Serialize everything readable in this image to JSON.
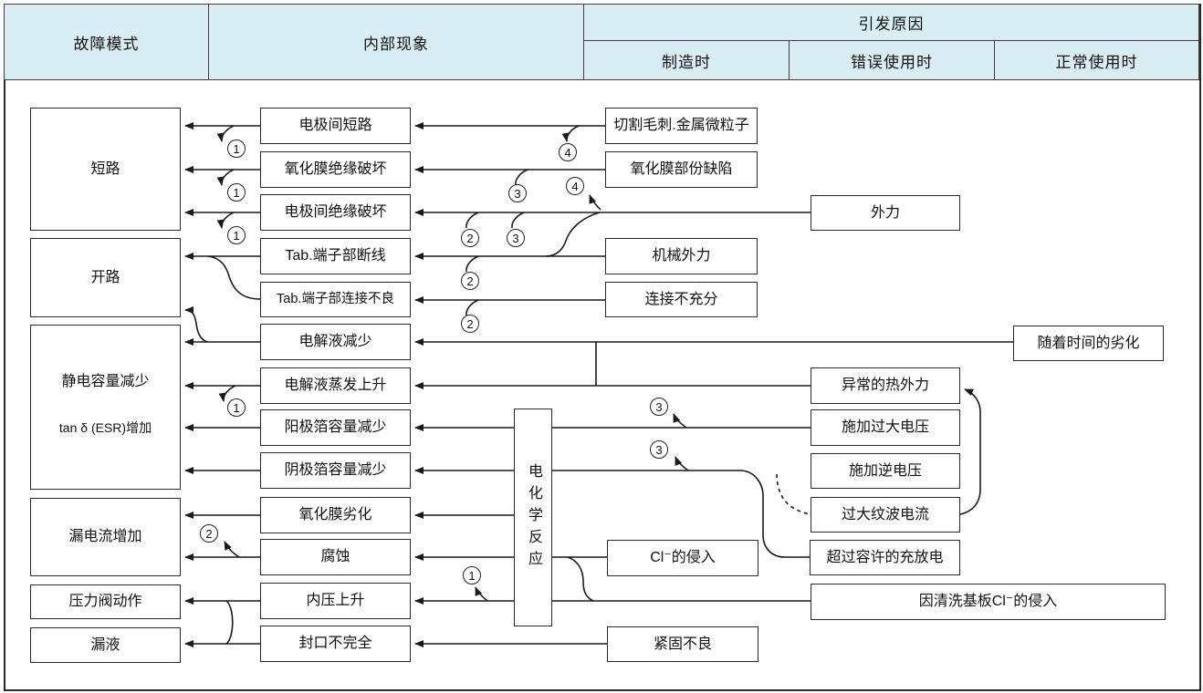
{
  "header": {
    "col_failure_mode": "故障模式",
    "col_internal_phenomenon": "内部现象",
    "col_cause": "引发原因",
    "sub_manufacturing": "制造时",
    "sub_misuse": "错误使用时",
    "sub_normal_use": "正常使用时"
  },
  "failure_modes": [
    {
      "label": "短路"
    },
    {
      "label": "开路"
    },
    {
      "label_line1": "静电容量减少",
      "label_line2": "tan δ (ESR)增加"
    },
    {
      "label": "漏电流增加"
    },
    {
      "label": "压力阀动作"
    },
    {
      "label": "漏液"
    }
  ],
  "internal_phenomena": [
    {
      "label": "电极间短路"
    },
    {
      "label": "氧化膜绝缘破坏"
    },
    {
      "label": "电极间绝缘破坏"
    },
    {
      "label": "Tab.端子部断线"
    },
    {
      "label": "Tab.端子部连接不良"
    },
    {
      "label": "电解液减少"
    },
    {
      "label": "电解液蒸发上升"
    },
    {
      "label": "阳极箔容量减少"
    },
    {
      "label": "阴极箔容量减少"
    },
    {
      "label": "氧化膜劣化"
    },
    {
      "label": "腐蚀"
    },
    {
      "label": "内压上升"
    },
    {
      "label": "封口不完全"
    }
  ],
  "intermediate": {
    "label": "电化学反应"
  },
  "manufacturing_causes": [
    {
      "label": "切割毛刺.金属微粒子"
    },
    {
      "label": "氧化膜部份缺陷"
    },
    {
      "label": "机械外力"
    },
    {
      "label": "连接不充分"
    },
    {
      "label": "Cl⁻的侵入"
    },
    {
      "label": "紧固不良"
    }
  ],
  "misuse_causes": [
    {
      "label": "外力"
    },
    {
      "label": "异常的热外力"
    },
    {
      "label": "施加过大电压"
    },
    {
      "label": "施加逆电压"
    },
    {
      "label": "过大纹波电流"
    },
    {
      "label": "超过容许的充放电"
    },
    {
      "label": "因清洗基板Cl⁻的侵入"
    }
  ],
  "normal_use_causes": [
    {
      "label": "随着时间的劣化"
    }
  ],
  "circled_refs": {
    "n1": "1",
    "n2": "2",
    "n3": "3",
    "n4": "4"
  },
  "colors": {
    "header_bg": "#d8edf4",
    "line": "#1a1a1a",
    "border": "#2a2a2a"
  }
}
